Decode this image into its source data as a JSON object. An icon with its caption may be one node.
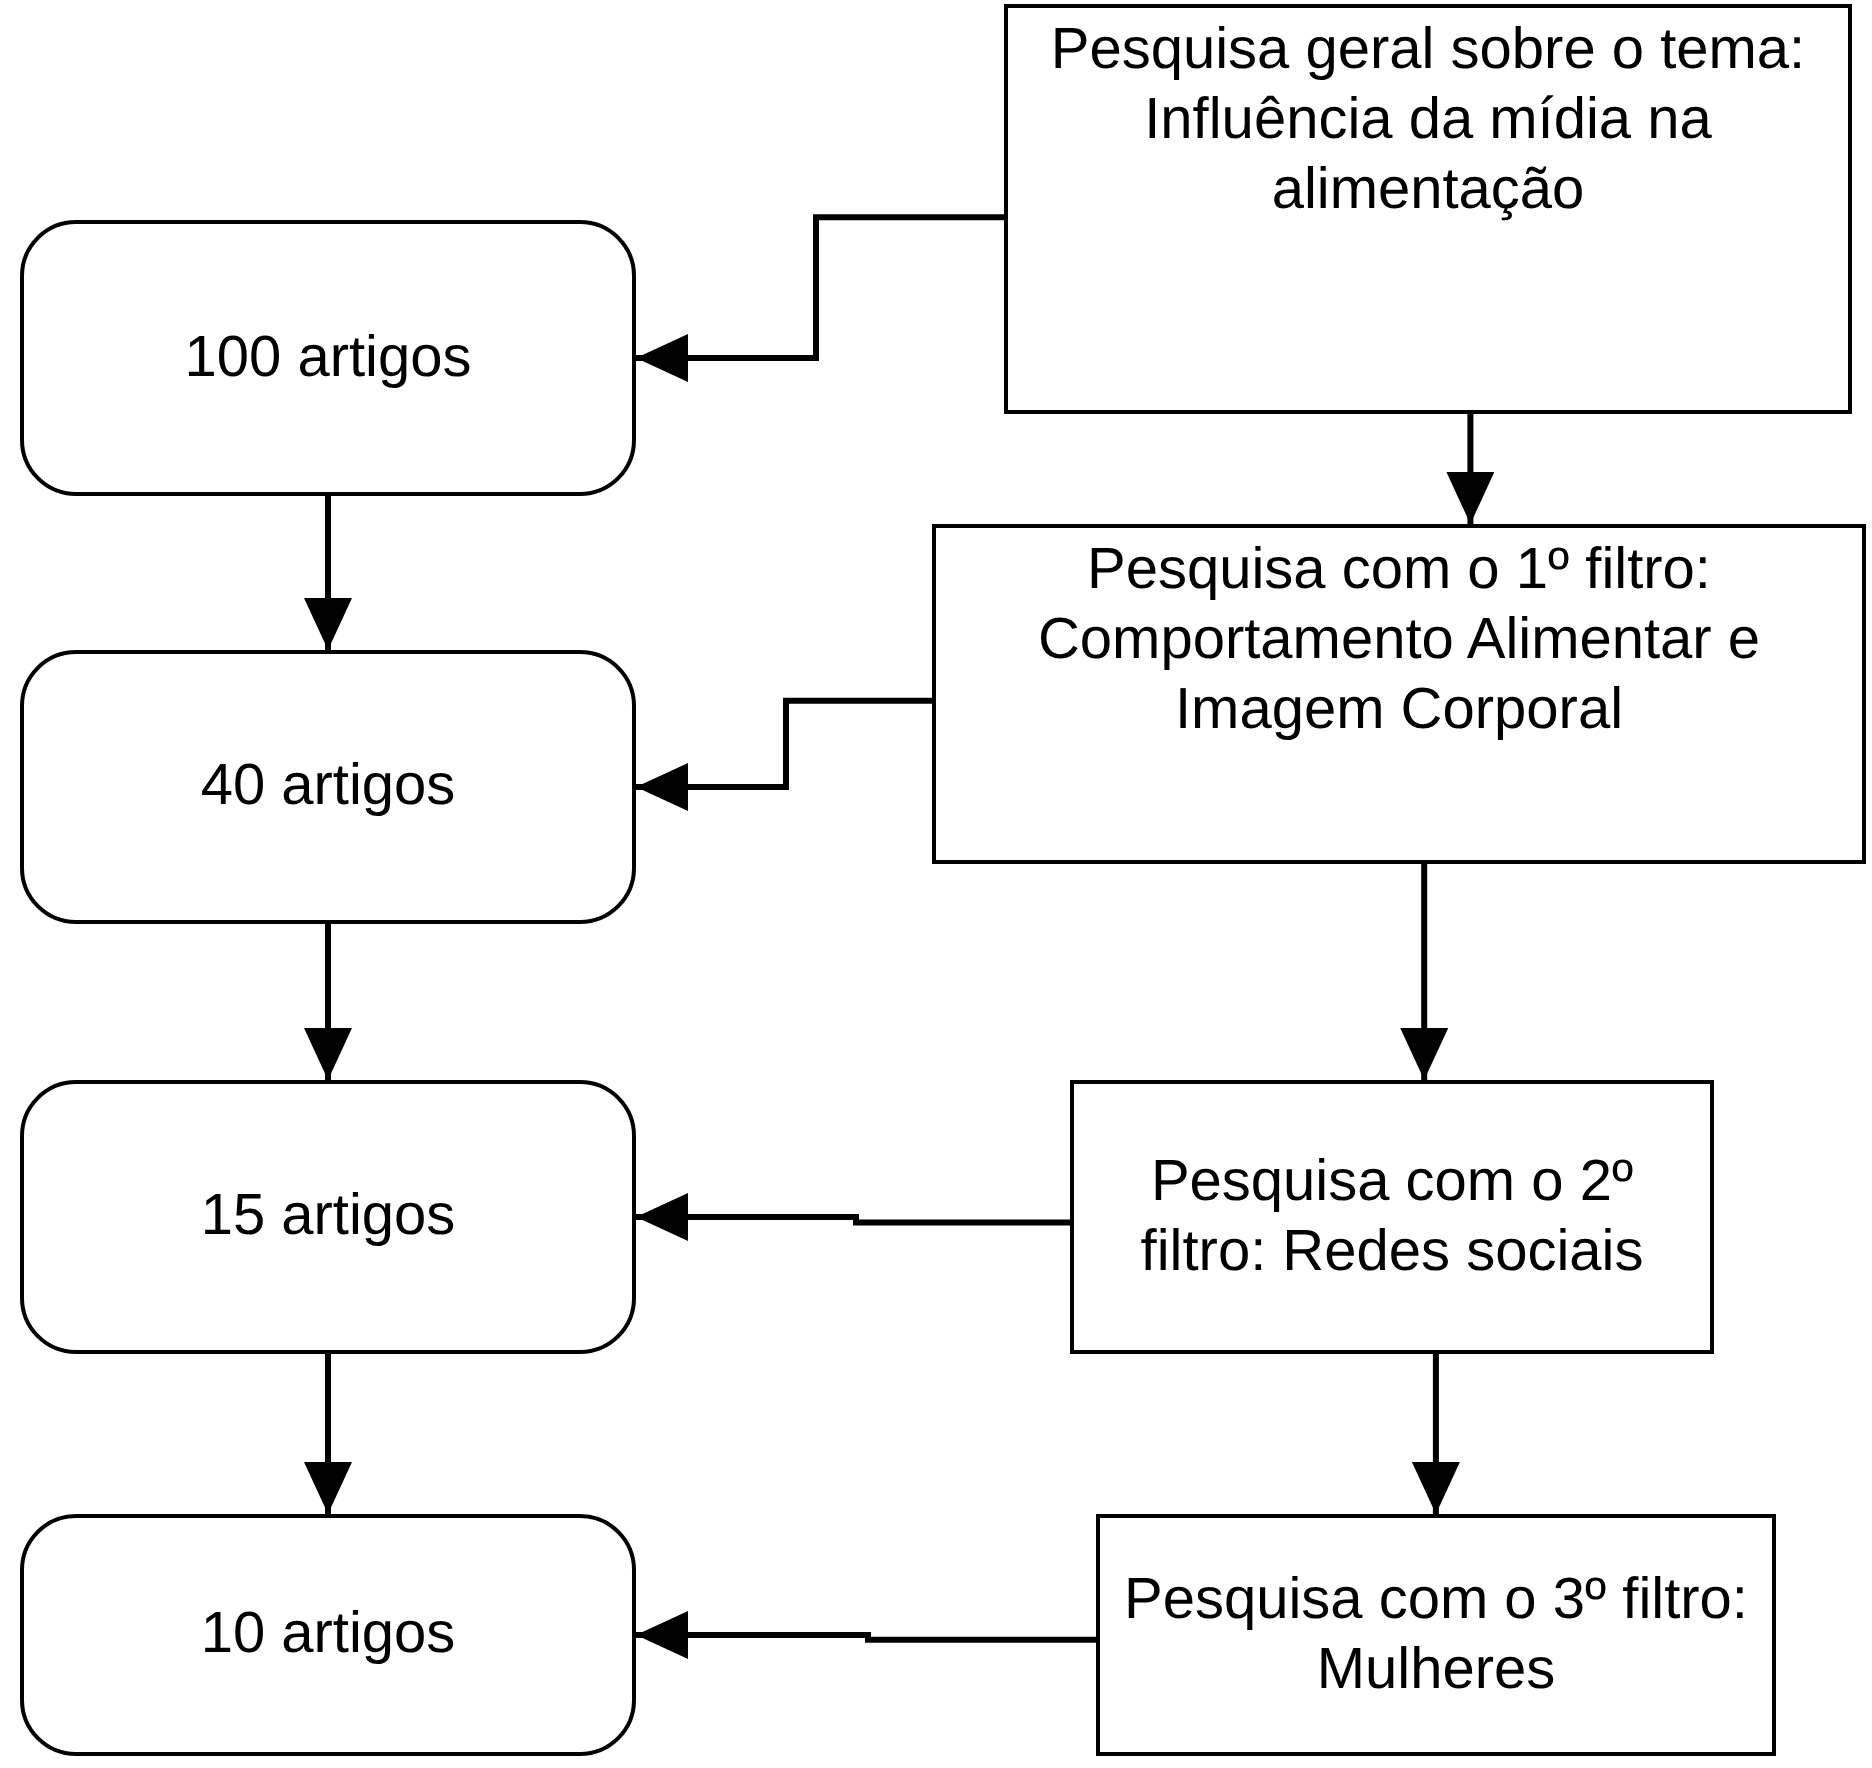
{
  "diagram": {
    "nodes": [
      {
        "text": [
          "Pesquisa geral sobre o tema: Influência da mídia na alimentação"
        ]
      },
      {
        "text": [
          "100 artigos"
        ]
      },
      {
        "text": [
          "Pesquisa com o 1º filtro: Comportamento Alimentar e Imagem Corporal"
        ]
      },
      {
        "text": [
          "40 artigos"
        ]
      },
      {
        "text": [
          "Pesquisa com o 2º filtro: Redes sociais"
        ]
      },
      {
        "text": [
          "15 artigos"
        ]
      },
      {
        "text": [
          "Pesquisa com o 3º filtro: Mulheres"
        ]
      },
      {
        "text": [
          "10 artigos"
        ]
      }
    ],
    "edges": [
      {
        "from": 0,
        "to": 1,
        "arrow": "to"
      },
      {
        "from": 0,
        "to": 2,
        "arrow": "to"
      },
      {
        "from": 1,
        "to": 3,
        "arrow": "to"
      },
      {
        "from": 2,
        "to": 3,
        "arrow": "to"
      },
      {
        "from": 2,
        "to": 4,
        "arrow": "to"
      },
      {
        "from": 3,
        "to": 5,
        "arrow": "to"
      },
      {
        "from": 4,
        "to": 5,
        "arrow": "to"
      },
      {
        "from": 4,
        "to": 6,
        "arrow": "to"
      },
      {
        "from": 5,
        "to": 7,
        "arrow": "to"
      },
      {
        "from": 6,
        "to": 7,
        "arrow": "to"
      }
    ]
  }
}
